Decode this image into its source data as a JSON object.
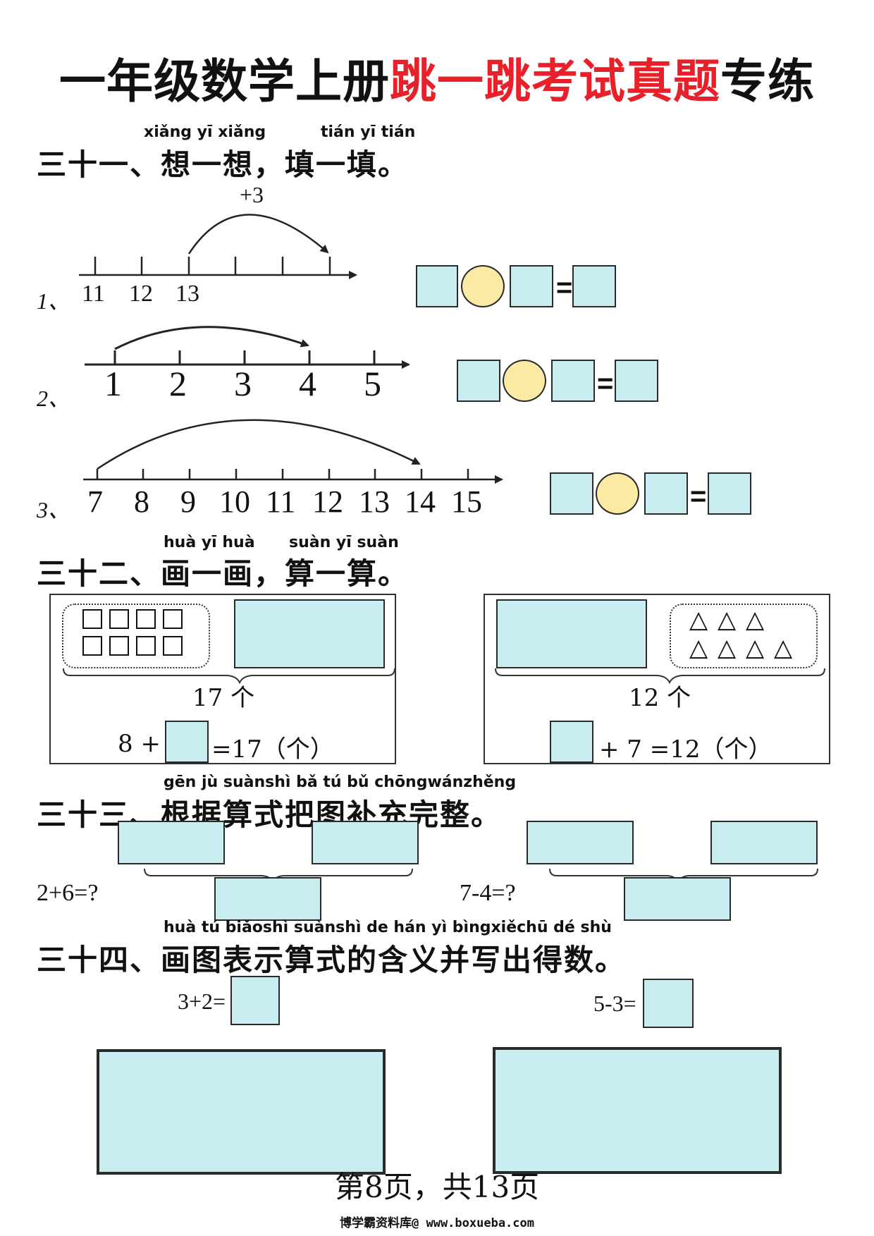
{
  "title": {
    "part1": "一年级数学上册",
    "part2": "跳一跳考试真题",
    "part3": "专练"
  },
  "sec31": {
    "pinyin1": "xiǎng yī xiǎng",
    "pinyin2": "tián yī tián",
    "heading": "三十一、想一想，填一填。",
    "jump_label": "+3",
    "items": [
      {
        "label": "1、",
        "ticks": [
          "11",
          "12",
          "13"
        ]
      },
      {
        "label": "2、",
        "ticks": [
          "1",
          "2",
          "3",
          "4",
          "5"
        ]
      },
      {
        "label": "3、",
        "ticks": [
          "7",
          "8",
          "9",
          "10",
          "11",
          "12",
          "13",
          "14",
          "15"
        ]
      }
    ],
    "equals": "="
  },
  "sec32": {
    "pinyin1": "huà yī huà",
    "pinyin2": "suàn yī suàn",
    "heading": "三十二、画一画，算一算。",
    "left": {
      "total": "17 个",
      "eq_a": "8 +",
      "eq_b": "=17（个）"
    },
    "right": {
      "total": "12 个",
      "eq_b": "+ 7 =12（个）"
    },
    "triangle": "△"
  },
  "sec33": {
    "pinyin": "gēn jù suànshì bǎ tú bǔ chōngwánzhěng",
    "heading": "三十三、根据算式把图补充完整。",
    "left_eq": "2+6=?",
    "right_eq": "7-4=?"
  },
  "sec34": {
    "pinyin": "huà tú biǎoshì suànshì de hán yì bìngxiěchū dé shù",
    "heading": "三十四、画图表示算式的含义并写出得数。",
    "left_eq": "3+2=",
    "right_eq": "5-3="
  },
  "footer": {
    "page": "第8页，共13页",
    "watermark": "博学霸资料库@ www.boxueba.com"
  }
}
